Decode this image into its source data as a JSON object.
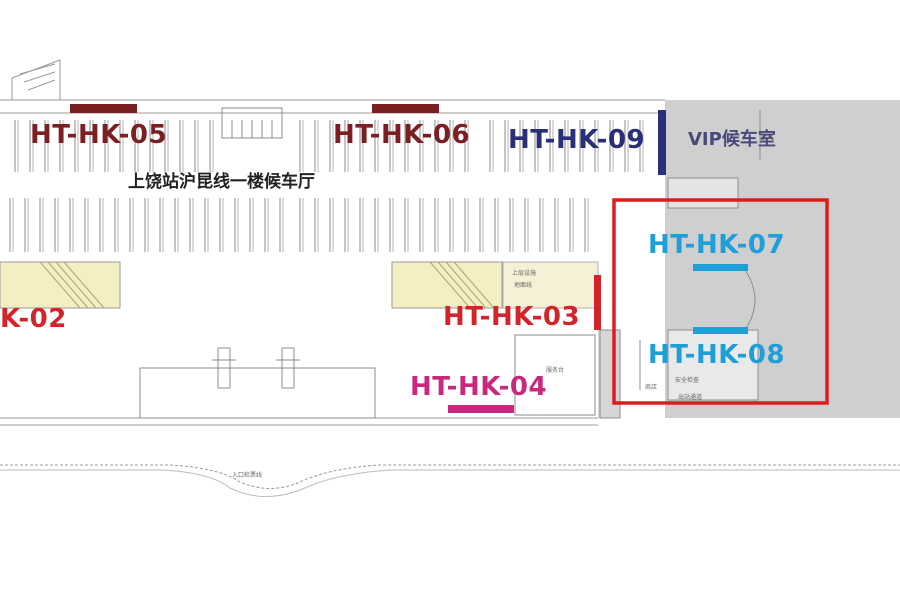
{
  "hall_title": "上饶站沪昆线一楼候车厅",
  "vip_room": "VIP候车室",
  "small_labels": {
    "upper_area": "上层设施",
    "upper_area_2": "地面线",
    "service": "服务台",
    "security": "安全检查",
    "entrance_line": "入口检票线",
    "shop": "商店",
    "exit": "出站通道"
  },
  "spots": [
    {
      "code": "HT-HK-05",
      "color": "#7a1f22"
    },
    {
      "code": "HT-HK-06",
      "color": "#7a1f22"
    },
    {
      "code": "HT-HK-09",
      "color": "#2b2f7a"
    },
    {
      "code": "HT-HK-07",
      "color": "#1f9fd8"
    },
    {
      "code": "HT-HK-08",
      "color": "#1f9fd8"
    },
    {
      "code": "HT-HK-03",
      "color": "#d2252b"
    },
    {
      "code": "HT-HK-04",
      "color": "#c8287e"
    },
    {
      "code": "K-02",
      "color": "#d2252b"
    }
  ],
  "highlight_color": "#e01b1b"
}
